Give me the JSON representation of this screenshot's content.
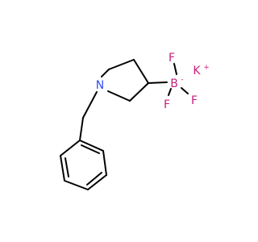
{
  "molecule": {
    "atoms": {
      "nitrogen": "N",
      "boron": "B",
      "fluorine_top": "F",
      "fluorine_left": "F",
      "fluorine_right": "F",
      "potassium": "K"
    },
    "charges": {
      "boron": "-",
      "potassium": "+"
    },
    "colors": {
      "bond": "#000000",
      "nitrogen": "#3050F8",
      "boron": "#C7217F",
      "fluorine": "#C7217F",
      "potassium": "#C7217F"
    }
  }
}
